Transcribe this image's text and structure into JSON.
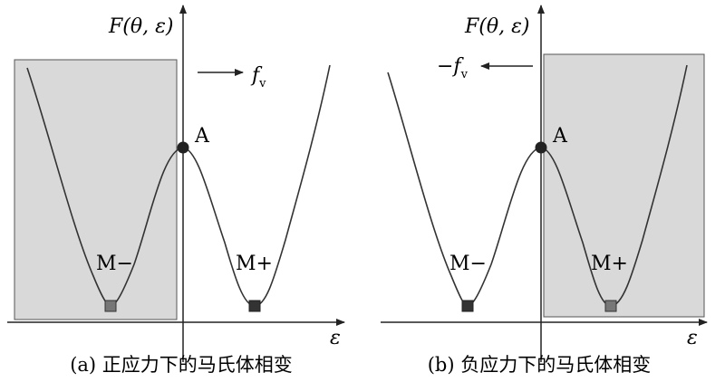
{
  "panels": [
    {
      "y_axis_label": "F(θ, ε)",
      "x_axis_label": "ε",
      "force_label": "f",
      "force_subscript": "v",
      "point_a_label": "A",
      "left_well_label": "M−",
      "right_well_label": "M+",
      "caption": "(a) 正应力下的马氏体相变",
      "shaded_side": "left",
      "force_direction": "right"
    },
    {
      "y_axis_label": "F(θ, ε)",
      "x_axis_label": "ε",
      "force_label": "−f",
      "force_subscript": "v",
      "point_a_label": "A",
      "left_well_label": "M−",
      "right_well_label": "M+",
      "caption": "(b) 负应力下的马氏体相变",
      "shaded_side": "right",
      "force_direction": "left"
    }
  ],
  "colors": {
    "shade_fill": "#d9d9d9",
    "shade_stroke": "#555555",
    "curve": "#333333",
    "axis": "#222222",
    "light_marker": "#777777",
    "dark_marker": "#333333"
  }
}
